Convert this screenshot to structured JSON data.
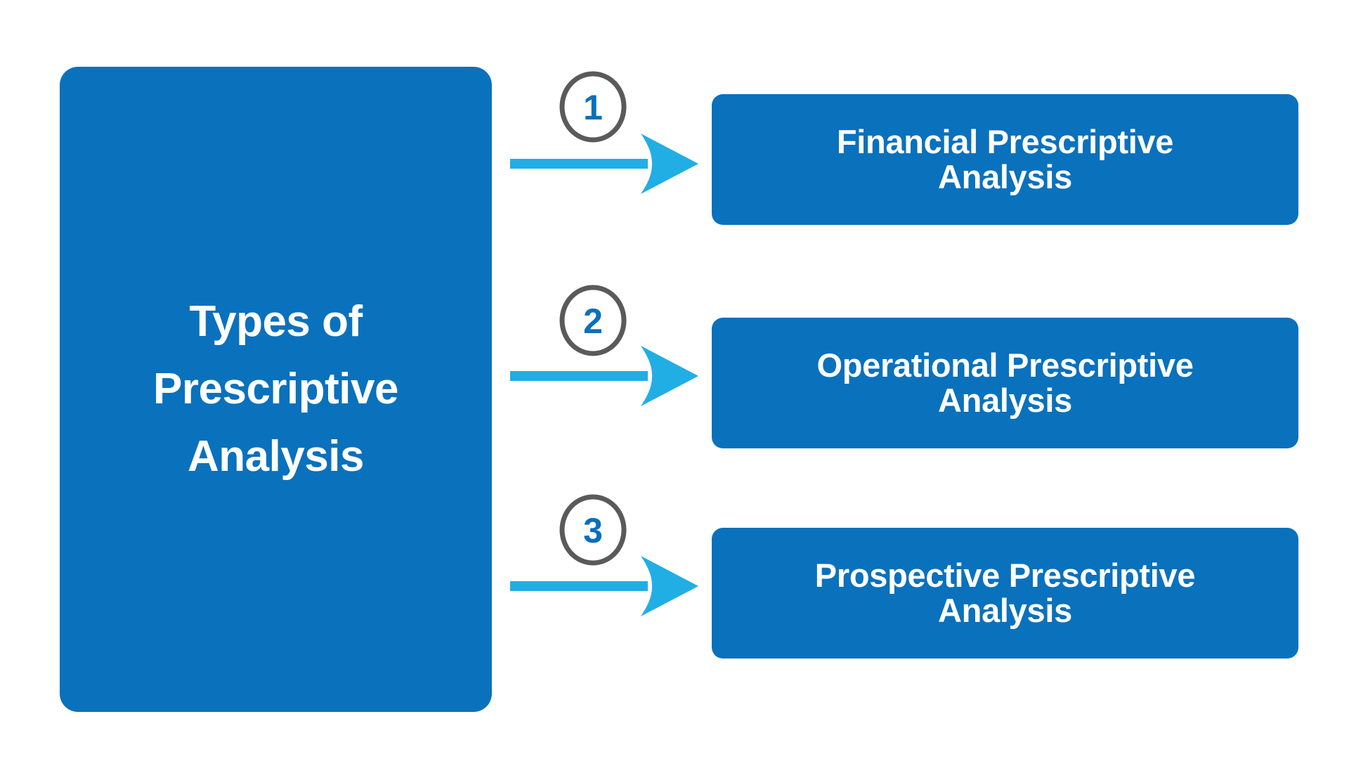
{
  "diagram": {
    "title_lines": [
      "Types of",
      "Prescriptive",
      "Analysis"
    ],
    "colors": {
      "box_blue": "#0A71BD",
      "arrow_blue": "#21AEE5",
      "circle_stroke": "#5A5A5A",
      "number_blue": "#0A6FBC",
      "text_white": "#FFFFFF",
      "background": "#FFFFFF"
    },
    "steps": [
      {
        "number": "1",
        "label_line1": "Financial Prescriptive",
        "label_line2": "Analysis",
        "arrow_icon": "arrow-right-icon"
      },
      {
        "number": "2",
        "label_line1": "Operational Prescriptive",
        "label_line2": "Analysis",
        "arrow_icon": "arrow-right-icon"
      },
      {
        "number": "3",
        "label_line1": "Prospective Prescriptive",
        "label_line2": "Analysis",
        "arrow_icon": "arrow-right-icon"
      }
    ]
  }
}
